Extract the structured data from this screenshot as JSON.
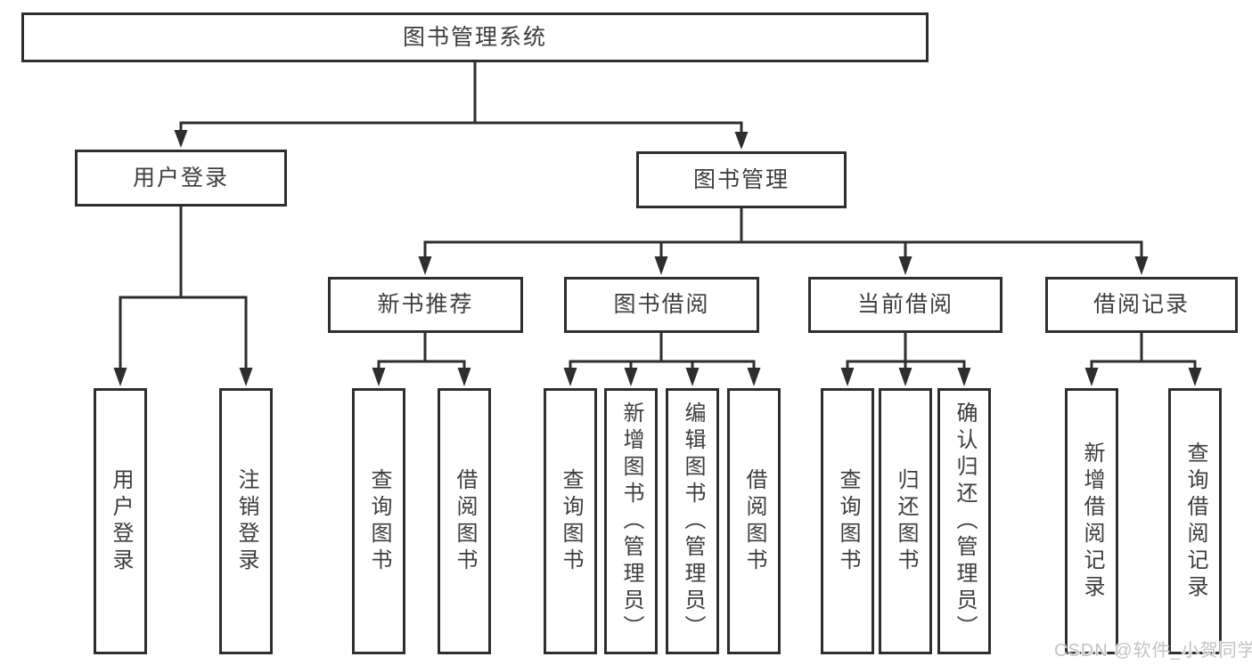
{
  "tree": {
    "label": "图书管理系统",
    "children": [
      {
        "label": "用户登录",
        "children": [
          {
            "label": "用户登录"
          },
          {
            "label": "注销登录"
          }
        ]
      },
      {
        "label": "图书管理",
        "children": [
          {
            "label": "新书推荐",
            "children": [
              {
                "label": "查询图书"
              },
              {
                "label": "借阅图书"
              }
            ]
          },
          {
            "label": "图书借阅",
            "children": [
              {
                "label": "查询图书"
              },
              {
                "label": "新增图书（管理员）"
              },
              {
                "label": "编辑图书（管理员）"
              },
              {
                "label": "借阅图书"
              }
            ]
          },
          {
            "label": "当前借阅",
            "children": [
              {
                "label": "查询图书"
              },
              {
                "label": "归还图书"
              },
              {
                "label": "确认归还（管理员）"
              }
            ]
          },
          {
            "label": "借阅记录",
            "children": [
              {
                "label": "新增借阅记录"
              },
              {
                "label": "查询借阅记录"
              }
            ]
          }
        ]
      }
    ]
  },
  "watermark": {
    "text": "CSDN @软件_小贺同学"
  },
  "colors": {
    "line": "#2e2e2e",
    "text": "#3d3d3d",
    "background": "#ffffff",
    "watermark": "#c3c3c3"
  }
}
